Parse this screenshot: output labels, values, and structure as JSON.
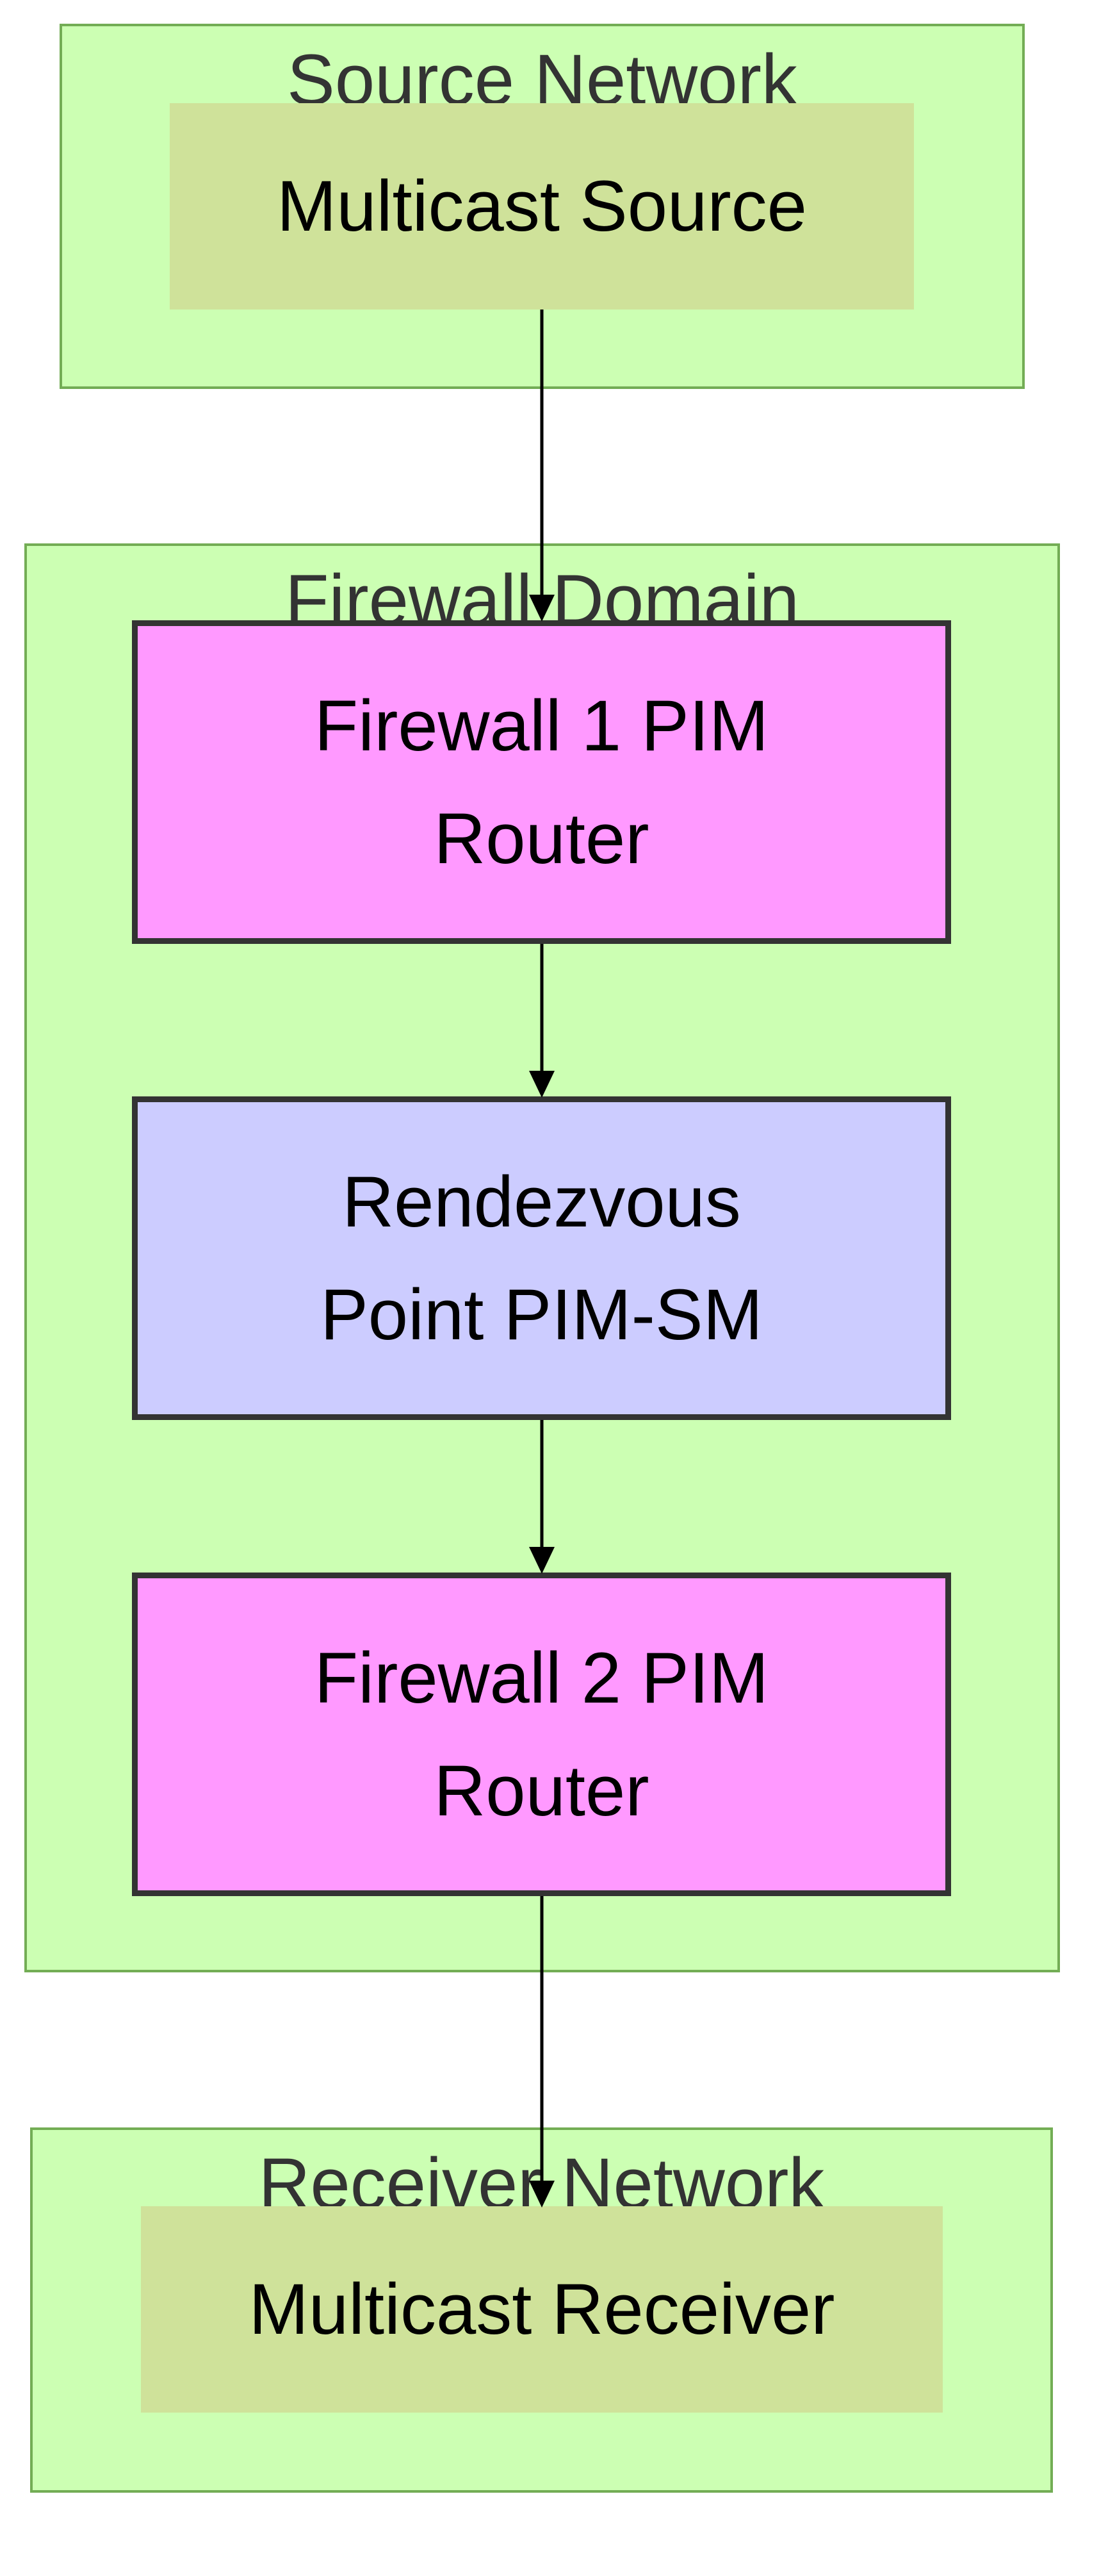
{
  "clusters": {
    "source": {
      "title": "Source Network"
    },
    "firewall": {
      "title": "Firewall Domain"
    },
    "receiver": {
      "title": "Receiver Network"
    }
  },
  "nodes": {
    "multicast_source": {
      "label": "Multicast Source"
    },
    "firewall1": {
      "line1": "Firewall 1 PIM",
      "line2": "Router"
    },
    "rendezvous": {
      "line1": "Rendezvous",
      "line2": "Point PIM-SM"
    },
    "firewall2": {
      "line1": "Firewall 2 PIM",
      "line2": "Router"
    },
    "multicast_receiver": {
      "label": "Multicast Receiver"
    }
  },
  "colors": {
    "cluster_fill": "#ccffb3",
    "cluster_border": "#73ad55",
    "plain_node_fill": "#cfe29a",
    "firewall_fill": "#ff99ff",
    "rendezvous_fill": "#ccccff",
    "node_border": "#333333",
    "edge": "#000000"
  }
}
